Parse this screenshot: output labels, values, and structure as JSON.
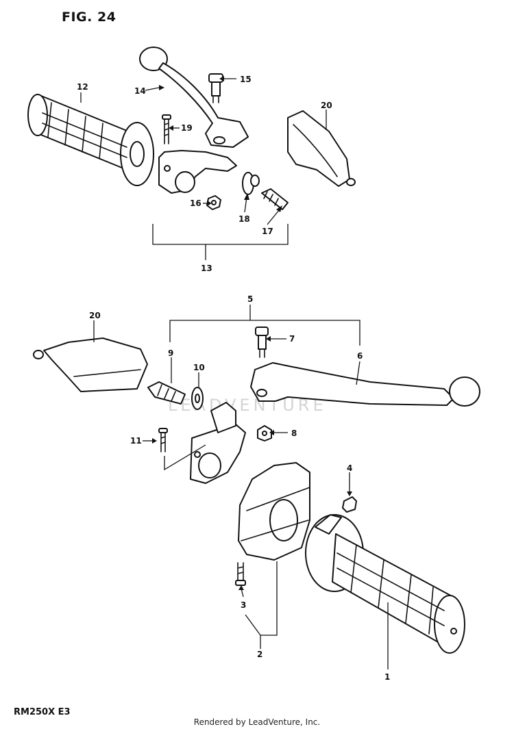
{
  "figure": {
    "title": "FIG. 24",
    "model": "RM250X  E3",
    "credit": "Rendered by LeadVenture, Inc.",
    "watermark": "LEADVENTURE"
  },
  "callouts": [
    {
      "key": "c1",
      "label": "1"
    },
    {
      "key": "c2",
      "label": "2"
    },
    {
      "key": "c3",
      "label": "3"
    },
    {
      "key": "c4",
      "label": "4"
    },
    {
      "key": "c5",
      "label": "5"
    },
    {
      "key": "c6",
      "label": "6"
    },
    {
      "key": "c7",
      "label": "7"
    },
    {
      "key": "c8",
      "label": "8"
    },
    {
      "key": "c9",
      "label": "9"
    },
    {
      "key": "c10",
      "label": "10"
    },
    {
      "key": "c11",
      "label": "11"
    },
    {
      "key": "c12",
      "label": "12"
    },
    {
      "key": "c13",
      "label": "13"
    },
    {
      "key": "c14",
      "label": "14"
    },
    {
      "key": "c15",
      "label": "15"
    },
    {
      "key": "c16",
      "label": "16"
    },
    {
      "key": "c17",
      "label": "17"
    },
    {
      "key": "c18",
      "label": "18"
    },
    {
      "key": "c19",
      "label": "19"
    },
    {
      "key": "c20a",
      "label": "20"
    },
    {
      "key": "c20b",
      "label": "20"
    }
  ]
}
